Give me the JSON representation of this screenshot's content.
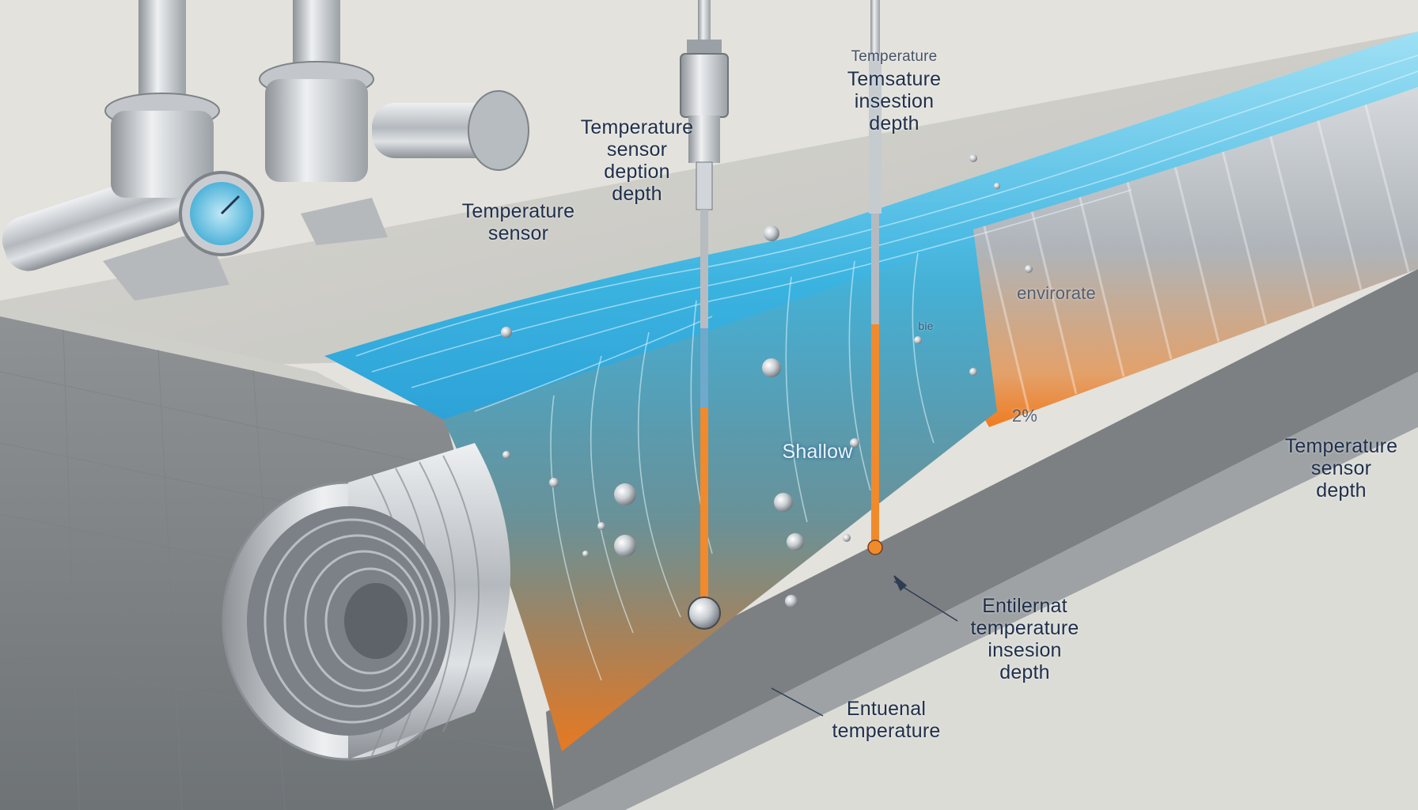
{
  "labels": {
    "sensor_upper_left": [
      "Temperature",
      "sensor",
      "deption",
      "depth"
    ],
    "sensor_left": [
      "Temperature",
      "sensor"
    ],
    "top_center": [
      "Temperature",
      "Temsature",
      "insestion",
      "depth"
    ],
    "shallow": "Shallow",
    "envirorate": "envirorate",
    "bie": "bie",
    "percent": "2%",
    "right_sensor_depth": [
      "Temperature",
      "sensor",
      "depth"
    ],
    "internal_temp": [
      "Entilernat",
      "temperature",
      "insesion",
      "depth"
    ],
    "external_temp": [
      "Entuenal",
      "temperature"
    ]
  },
  "colors": {
    "water": "#1fa2d6",
    "water_light": "#7fd3f0",
    "heat": "#f08a2c",
    "concrete": "#a9aba8",
    "steel": "#c9cdd2",
    "ink": "#1f2f4a"
  }
}
